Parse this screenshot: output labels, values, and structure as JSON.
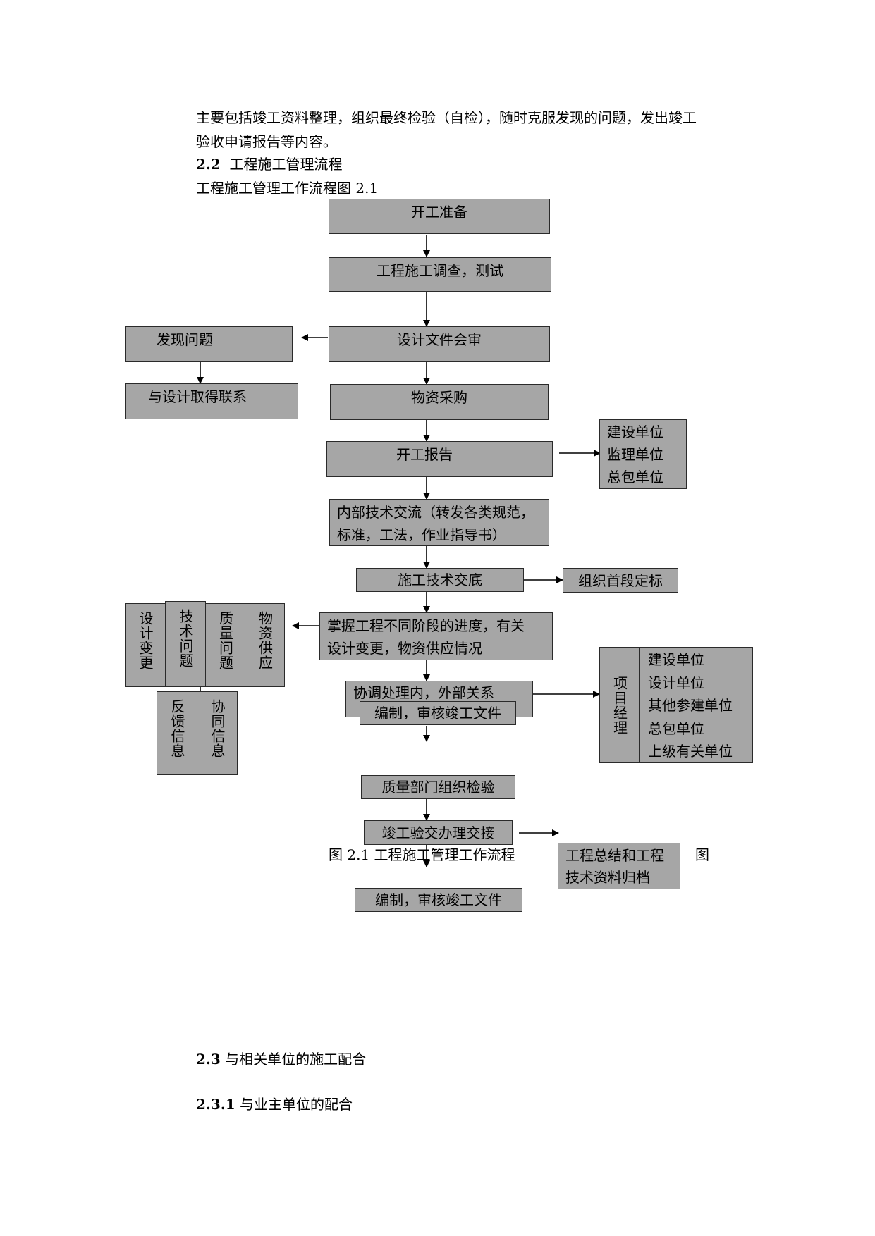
{
  "intro": {
    "line1": "主要包括竣工资料整理，组织最终检验（自检），随时克服发现的问题，发出竣工",
    "line2": "验收申请报告等内容。"
  },
  "section_2_2": {
    "number": "2.2",
    "title": "工程施工管理流程",
    "subtitle": "工程施工管理工作流程图 2.1"
  },
  "flow": {
    "kaigong_zhunbei": "开工准备",
    "diaocha_ceshi": "工程施工调查，测试",
    "sheji_huishen": "设计文件会审",
    "faxian_wenti": "发现问题",
    "sheji_lianxi": "与设计取得联系",
    "wuzi_caigou": "物资采购",
    "kaigong_baogao": "开工报告",
    "units_a": [
      "建设单位",
      "监理单位",
      "总包单位"
    ],
    "neibu_jiaoliu_1": "内部技术交流（转发各类规范，",
    "neibu_jiaoliu_2": "标准，工法，作业指导书）",
    "shigong_jiaodi": "施工技术交底",
    "shouduan_dingbiao": "组织首段定标",
    "zhangwo_1": "掌握工程不同阶段的进度，有关",
    "zhangwo_2": "设计变更，物资供应情况",
    "issues": [
      "设计变更",
      "技术问题",
      "质量问题",
      "物资供应"
    ],
    "feedback": [
      "反馈信息",
      "协同信息"
    ],
    "xietiao": "协调处理内，外部关系",
    "bianzhi_overlay": "编制，审核竣工文件",
    "xiangmu_jingli": "项目经理",
    "units_b": [
      "建设单位",
      "设计单位",
      "其他参建单位",
      "总包单位",
      "上级有关单位"
    ],
    "zhiliang_jianyan": "质量部门组织检验",
    "jungong_jiaojie": "竣工验交办理交接",
    "caption_left": "图 2.1 工程施工管理工作流程",
    "caption_right": "图",
    "zongjie_1": "工程总结和工程",
    "zongjie_2": "技术资料归档",
    "bianzhi_bottom": "编制，审核竣工文件"
  },
  "section_2_3": {
    "number": "2.3",
    "title": "与相关单位的施工配合"
  },
  "section_2_3_1": {
    "number": "2.3.1",
    "title": "与业主单位的配合"
  }
}
